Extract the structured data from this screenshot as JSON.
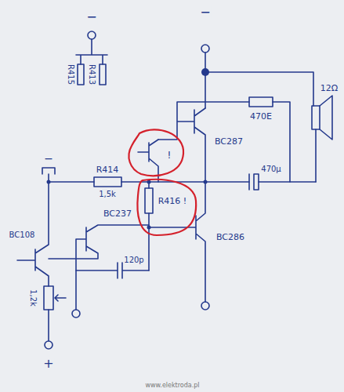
{
  "diagram": {
    "labels": [
      "−",
      "R415",
      "R413",
      "−",
      "BC287",
      "470E",
      "12Ω",
      "!",
      "−",
      "R414",
      "1,5k",
      "470μ",
      "R416 !",
      "BC108",
      "BC237",
      "120p",
      "BC286",
      "1,2k",
      "+",
      "www.elektroda.pl"
    ]
  }
}
